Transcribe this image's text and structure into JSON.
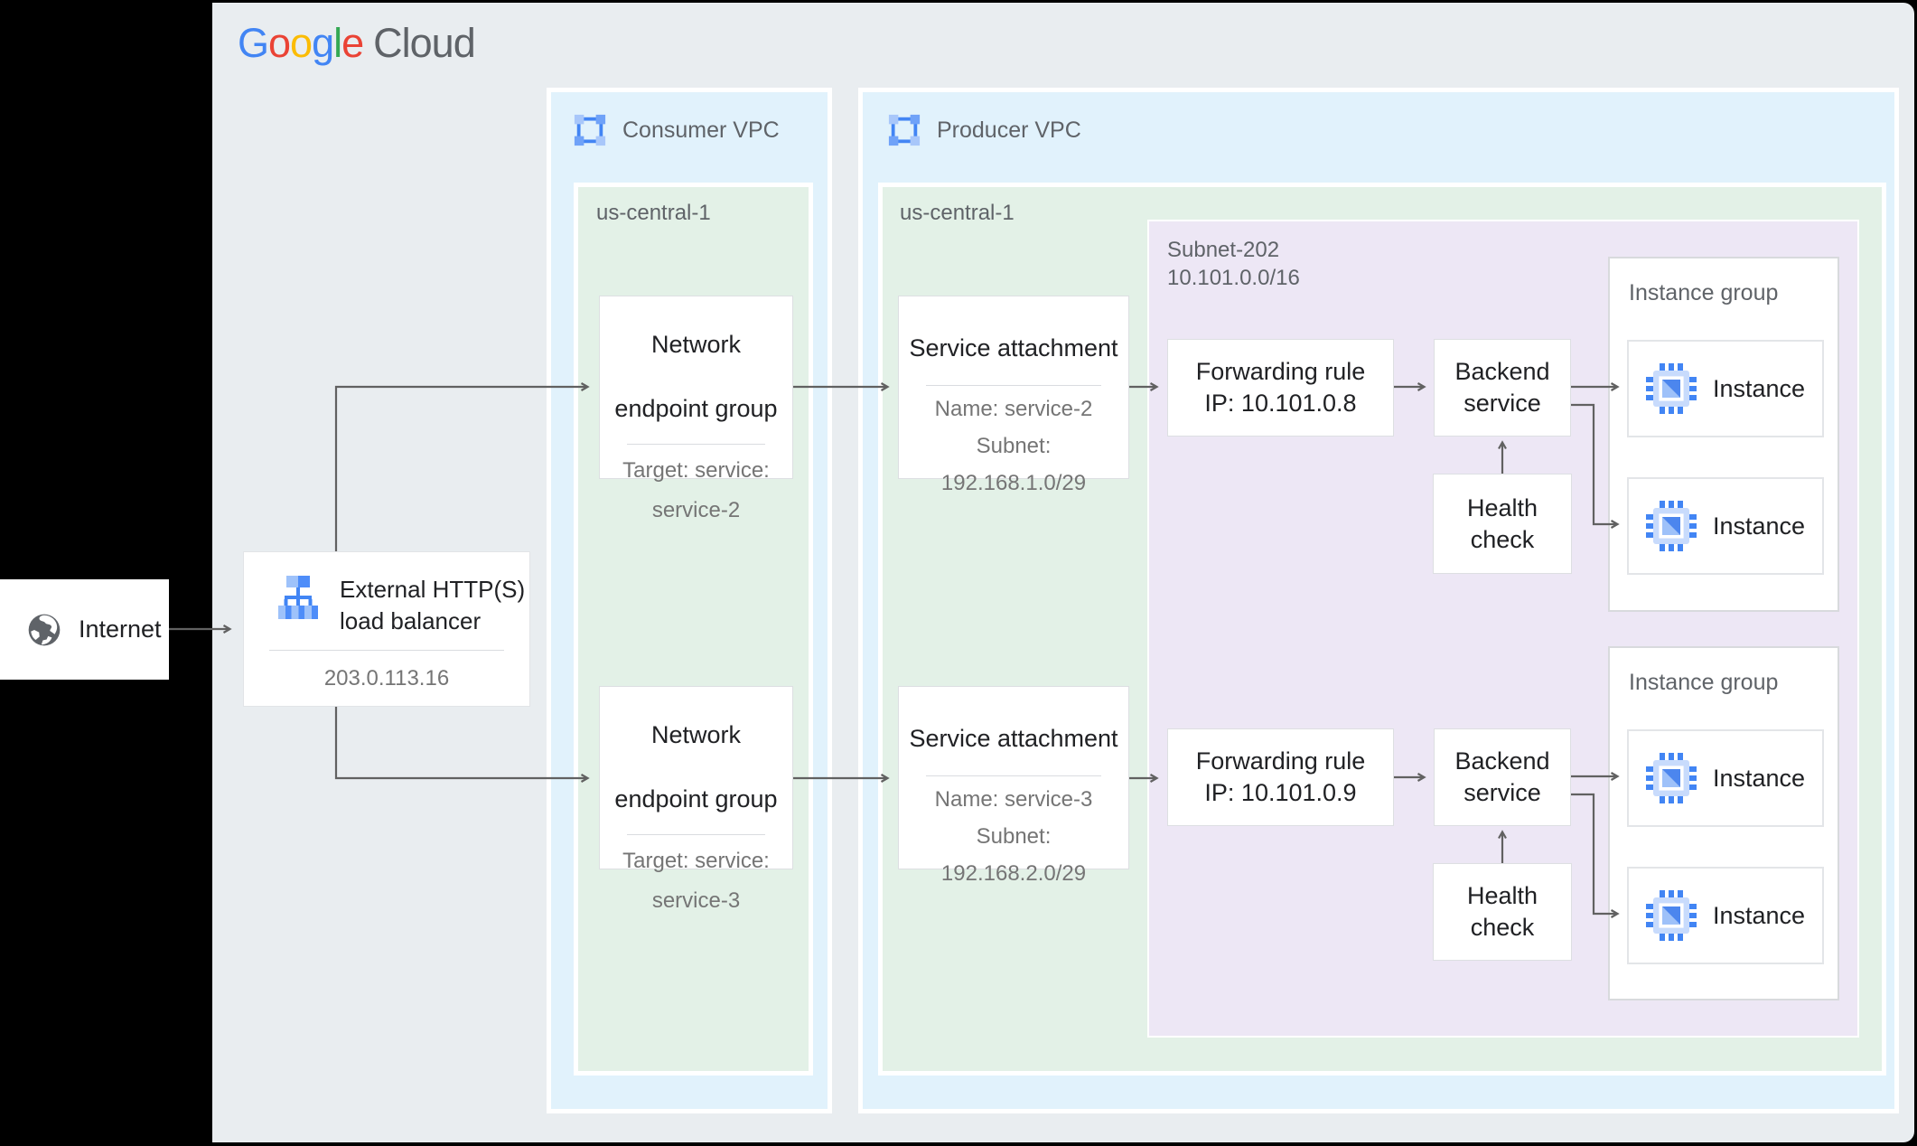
{
  "brand": {
    "letters": [
      {
        "ch": "G",
        "color": "#4285F4"
      },
      {
        "ch": "o",
        "color": "#EA4335"
      },
      {
        "ch": "o",
        "color": "#FBBC05"
      },
      {
        "ch": "g",
        "color": "#4285F4"
      },
      {
        "ch": "l",
        "color": "#34A853"
      },
      {
        "ch": "e",
        "color": "#EA4335"
      }
    ],
    "suffix": "Cloud"
  },
  "internet": {
    "label": "Internet"
  },
  "load_balancer": {
    "title_line1": "External HTTP(S)",
    "title_line2": "load balancer",
    "ip": "203.0.113.16"
  },
  "consumer_vpc": {
    "label": "Consumer VPC",
    "region_label": "us-central-1",
    "negs": [
      {
        "title_line1": "Network",
        "title_line2": "endpoint group",
        "sub_line1": "Target: service:",
        "sub_line2": "service-2"
      },
      {
        "title_line1": "Network",
        "title_line2": "endpoint group",
        "sub_line1": "Target: service:",
        "sub_line2": "service-3"
      }
    ]
  },
  "producer_vpc": {
    "label": "Producer VPC",
    "region_label": "us-central-1",
    "service_attachments": [
      {
        "title": "Service attachment",
        "sub_line1": "Name: service-2",
        "sub_line2": "Subnet:",
        "sub_line3": "192.168.1.0/29"
      },
      {
        "title": "Service attachment",
        "sub_line1": "Name: service-3",
        "sub_line2": "Subnet:",
        "sub_line3": "192.168.2.0/29"
      }
    ],
    "subnet": {
      "name": "Subnet-202",
      "cidr": "10.101.0.0/16",
      "pipelines": [
        {
          "fr_line1": "Forwarding rule",
          "fr_line2": "IP: 10.101.0.8",
          "bs_line1": "Backend",
          "bs_line2": "service",
          "hc_line1": "Health",
          "hc_line2": "check",
          "ig_label": "Instance group",
          "instance1": "Instance",
          "instance2": "Instance"
        },
        {
          "fr_line1": "Forwarding rule",
          "fr_line2": "IP: 10.101.0.9",
          "bs_line1": "Backend",
          "bs_line2": "service",
          "hc_line1": "Health",
          "hc_line2": "check",
          "ig_label": "Instance group",
          "instance1": "Instance",
          "instance2": "Instance"
        }
      ]
    }
  },
  "colors": {
    "canvas_bg": "#E9EDF0",
    "frame": "#000000",
    "vpc_fill": "#E1F2FC",
    "region_fill": "#E3F1E7",
    "subnet_fill": "#EDE7F5",
    "node_border": "#DDDFE2",
    "connector": "#616161",
    "title_text": "#202124",
    "label_text": "#5F6368",
    "sub_text": "#757575",
    "google_blue": "#4285F4",
    "google_red": "#EA4335",
    "google_yellow": "#FBBC05",
    "google_green": "#34A853",
    "icon_blue_light": "#9EC2FA",
    "icon_blue_medium": "#4E8DF9"
  }
}
